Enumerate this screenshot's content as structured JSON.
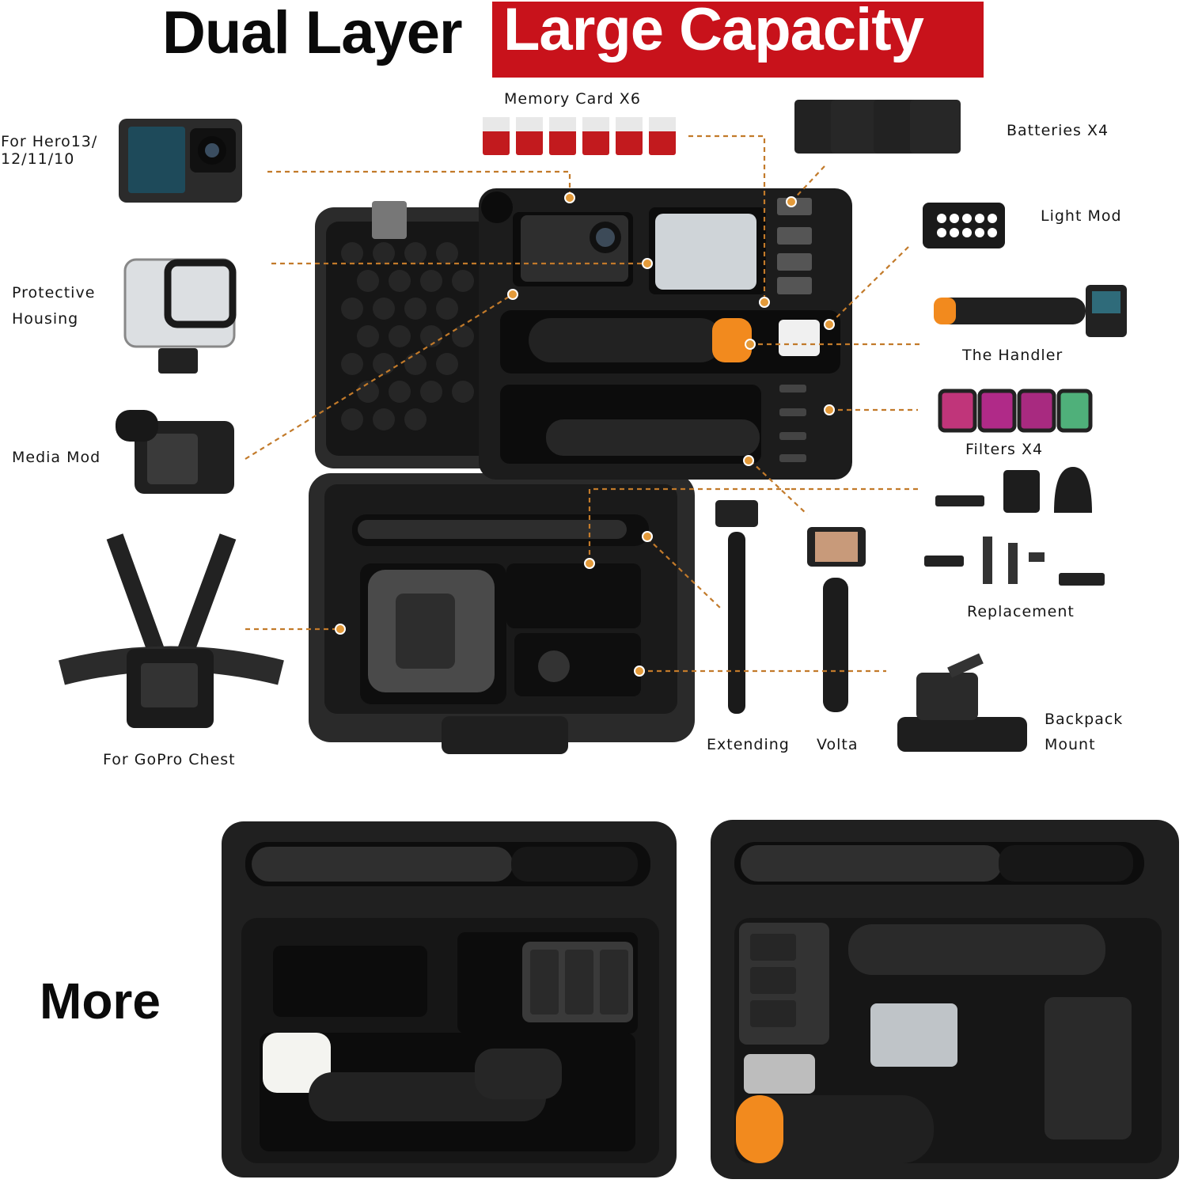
{
  "title": {
    "part1": "Dual Layer",
    "part2": "Large Capacity"
  },
  "labels": {
    "memory_card": "Memory Card X6",
    "batteries": "Batteries X4",
    "hero_line1": "For Hero13/",
    "hero_line2": "12/11/10",
    "light_mod": "Light Mod",
    "protective_line1": "Protective",
    "protective_line2": "Housing",
    "handler": "The Handler",
    "media_mod": "Media Mod",
    "filters": "Filters X4",
    "replacement": "Replacement",
    "extending": "Extending",
    "volta": "Volta",
    "backpack_line1": "Backpack",
    "backpack_line2": "Mount",
    "chest": "For GoPro Chest",
    "more": "More"
  },
  "colors": {
    "accent_red": "#c8121b",
    "dash_orange": "#c27a2a",
    "case_black": "#232323"
  },
  "icons": [
    "gopro-camera-icon",
    "memory-card-icon",
    "battery-icon",
    "light-mod-icon",
    "protective-housing-icon",
    "handler-grip-icon",
    "media-mod-icon",
    "filter-icon",
    "mount-icon",
    "extension-pole-icon",
    "volta-grip-icon",
    "backpack-clip-icon",
    "chest-harness-icon"
  ]
}
